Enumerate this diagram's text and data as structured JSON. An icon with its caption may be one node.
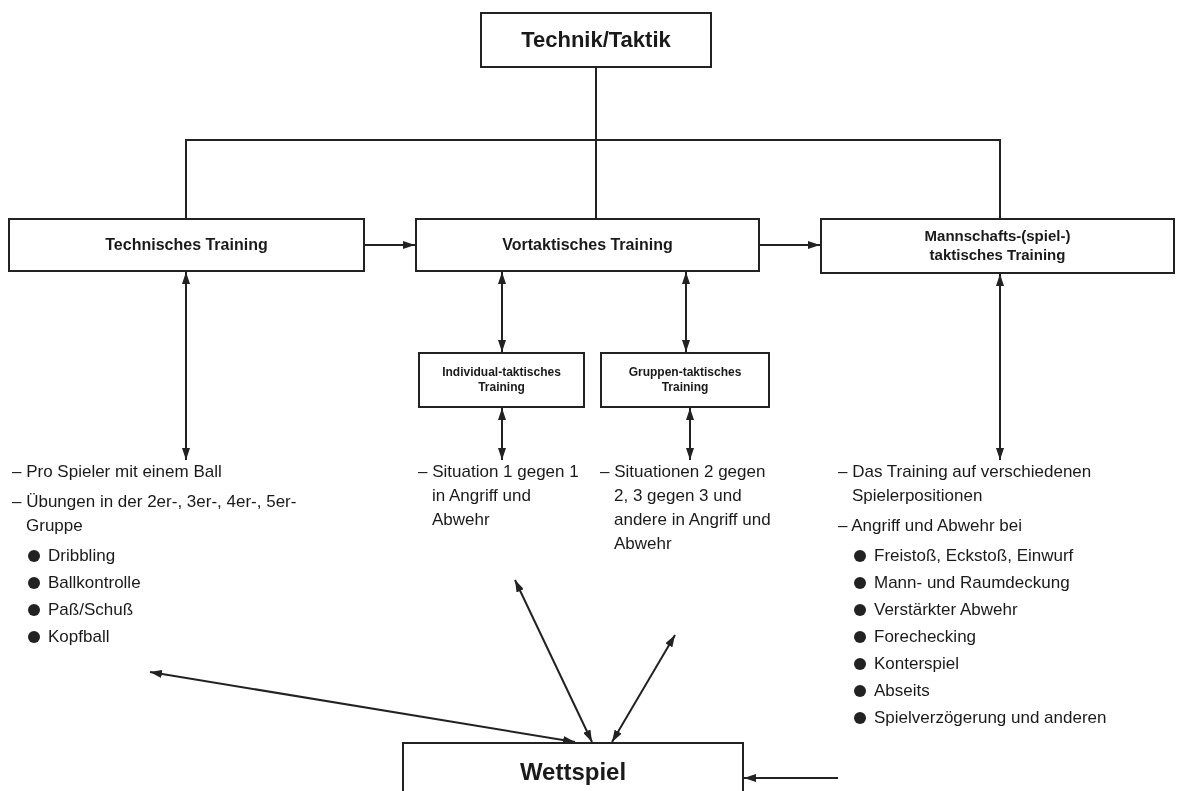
{
  "diagram": {
    "nodes": [
      {
        "text": [
          "Technik/Taktik"
        ]
      },
      {
        "text": [
          "Technisches Training"
        ]
      },
      {
        "text": [
          "Vortaktisches Training"
        ]
      },
      {
        "text": [
          "Mannschafts-(spiel-) taktisches Training"
        ]
      },
      {
        "text": [
          "Individual-taktisches Training"
        ]
      },
      {
        "text": [
          "Gruppen-taktisches Training"
        ]
      },
      {
        "text": [
          "– Pro Spieler mit einem Ball",
          "– Übungen in der 2er-, 3er-, 4er-, 5er-Gruppe",
          "Dribbling",
          "Ballkontrolle",
          "Paß/Schuß",
          "Kopfball"
        ]
      },
      {
        "text": [
          "– Situation 1 gegen 1 in Angriff und Abwehr"
        ]
      },
      {
        "text": [
          "– Situationen 2 gegen 2, 3 gegen 3 und andere in Angriff und Abwehr"
        ]
      },
      {
        "text": [
          "– Das Training auf verschiedenen Spielerpositionen",
          "– Angriff und Abwehr bei",
          "Freistoß, Eckstoß, Einwurf",
          "Mann- und Raumdeckung",
          "Verstärkter Abwehr",
          "Forechecking",
          "Konterspiel",
          "Abseits",
          "Spielverzögerung und anderen"
        ]
      },
      {
        "text": [
          "Wettspiel"
        ]
      }
    ],
    "edges": [
      {
        "from": 0,
        "to": 1,
        "arrow": "none"
      },
      {
        "from": 0,
        "to": 2,
        "arrow": "none"
      },
      {
        "from": 0,
        "to": 3,
        "arrow": "none"
      },
      {
        "from": 1,
        "to": 2,
        "arrow": "to"
      },
      {
        "from": 2,
        "to": 3,
        "arrow": "to"
      },
      {
        "from": 1,
        "to": 6,
        "arrow": "both"
      },
      {
        "from": 2,
        "to": 4,
        "arrow": "both"
      },
      {
        "from": 2,
        "to": 5,
        "arrow": "both"
      },
      {
        "from": 4,
        "to": 7,
        "arrow": "both"
      },
      {
        "from": 5,
        "to": 8,
        "arrow": "both"
      },
      {
        "from": 3,
        "to": 9,
        "arrow": "both"
      },
      {
        "from": 6,
        "to": 10,
        "arrow": "both"
      },
      {
        "from": 7,
        "to": 10,
        "arrow": "both"
      },
      {
        "from": 8,
        "to": 10,
        "arrow": "both"
      },
      {
        "from": 9,
        "to": 10,
        "arrow": "to"
      }
    ]
  }
}
